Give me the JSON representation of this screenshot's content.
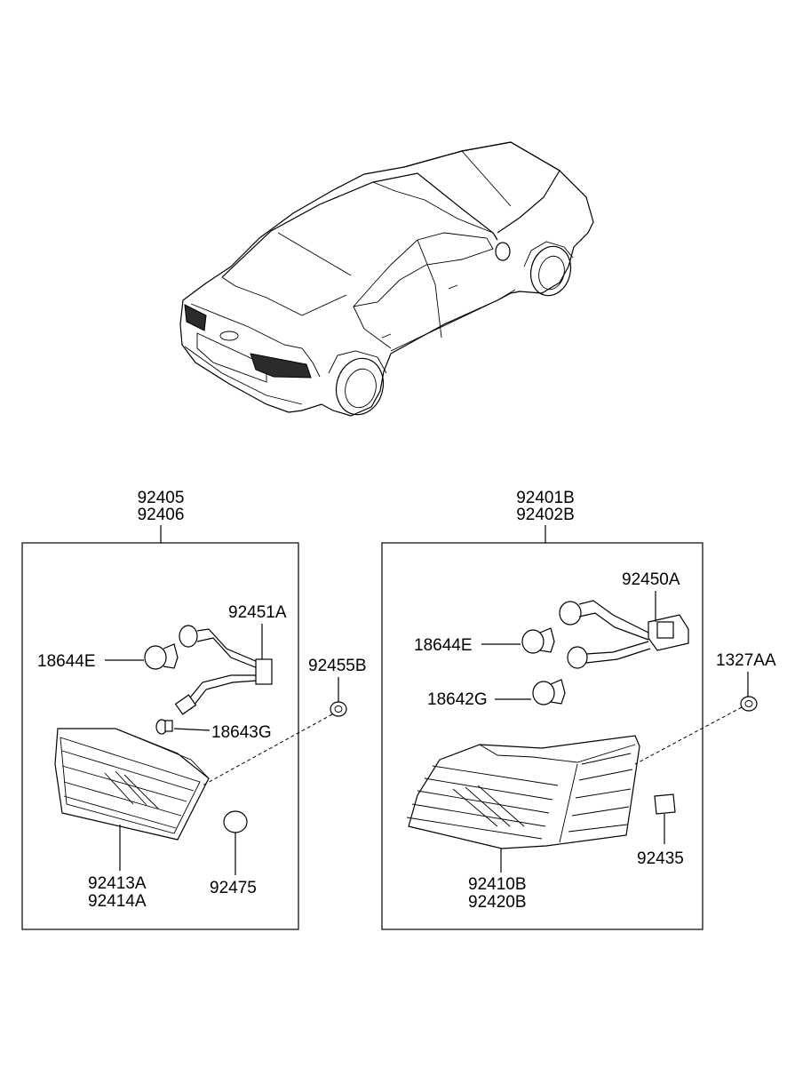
{
  "car": {
    "name": "sedan-rear-three-quarter-view"
  },
  "left_assembly": {
    "header_line1": "92405",
    "header_line2": "92406",
    "parts": {
      "bulb_a": "18644E",
      "harness": "92451A",
      "bulb_b": "18643G",
      "lens_line1": "92413A",
      "lens_line2": "92414A",
      "cap": "92475"
    }
  },
  "left_fastener": "92455B",
  "right_assembly": {
    "header_line1": "92401B",
    "header_line2": "92402B",
    "parts": {
      "harness": "92450A",
      "bulb_a": "18644E",
      "bulb_b": "18642G",
      "lens_line1": "92410B",
      "lens_line2": "92420B",
      "pad": "92435"
    }
  },
  "right_fastener": "1327AA"
}
